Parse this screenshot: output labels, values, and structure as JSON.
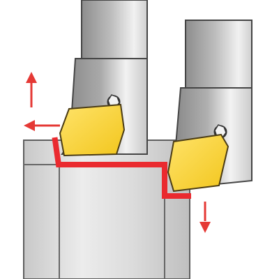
{
  "diagram": {
    "type": "turning-tool-schematic",
    "tools": [
      {
        "name": "left-tool",
        "insert": "rhombic-insert",
        "clamp": "screw-clamp"
      },
      {
        "name": "right-tool",
        "insert": "rhombic-insert",
        "clamp": "screw-clamp"
      }
    ],
    "arrows": [
      {
        "name": "up-arrow",
        "direction": "up"
      },
      {
        "name": "left-arrow",
        "direction": "left"
      },
      {
        "name": "down-arrow",
        "direction": "down"
      }
    ],
    "colors": {
      "insert_fill": "#f7d23a",
      "insert_stroke": "#4a3b14",
      "cut_path": "#ea2a2f",
      "arrow": "#e53935",
      "workpiece_fill": "#d8d8d8",
      "workpiece_stroke": "#5f5f5f",
      "holder_light": "#f3f3f3",
      "holder_dark": "#9b9b9b"
    }
  }
}
